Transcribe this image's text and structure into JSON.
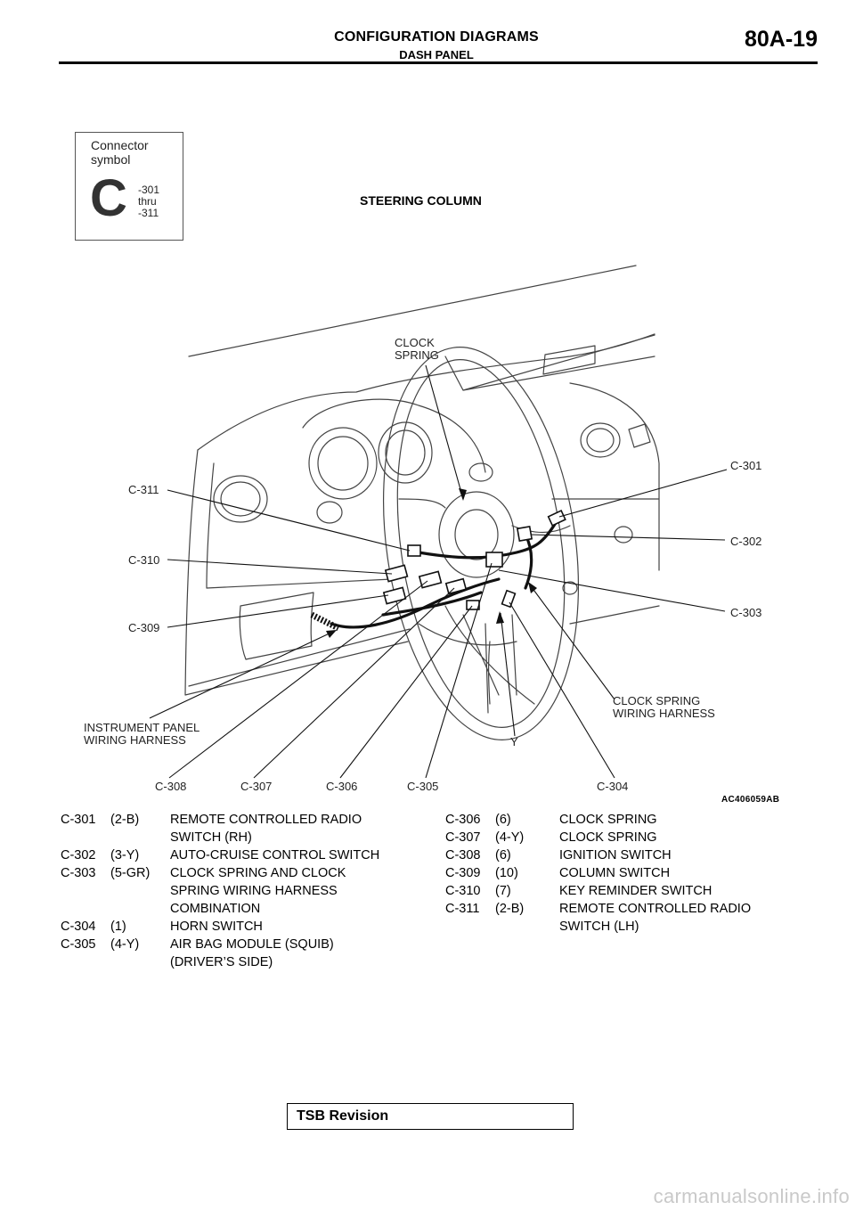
{
  "header": {
    "title": "CONFIGURATION DIAGRAMS",
    "section": "DASH PANEL",
    "page_number": "80A-19"
  },
  "connector_symbol": {
    "label_line1": "Connector",
    "label_line2": "symbol",
    "letter": "C",
    "range_from": "-301",
    "range_word": "thru",
    "range_to": "-311"
  },
  "figure": {
    "title": "STEERING COLUMN",
    "id": "AC406059AB",
    "callouts": {
      "clock_spring_1": "CLOCK",
      "clock_spring_2": "SPRING",
      "c301": "C-301",
      "c302": "C-302",
      "c303": "C-303",
      "c304": "C-304",
      "c305": "C-305",
      "c306": "C-306",
      "c307": "C-307",
      "c308": "C-308",
      "c309": "C-309",
      "c310": "C-310",
      "c311": "C-311",
      "y": "Y",
      "cs_harness_1": "CLOCK SPRING",
      "cs_harness_2": "WIRING HARNESS",
      "ip_harness_1": "INSTRUMENT PANEL",
      "ip_harness_2": "WIRING HARNESS"
    }
  },
  "connectors": [
    {
      "code": "C-301",
      "pins": "(2-B)",
      "desc1": "REMOTE CONTROLLED RADIO",
      "desc2": "SWITCH (RH)"
    },
    {
      "code": "C-302",
      "pins": "(3-Y)",
      "desc1": "AUTO-CRUISE CONTROL SWITCH"
    },
    {
      "code": "C-303",
      "pins": "(5-GR)",
      "desc1": "CLOCK SPRING AND CLOCK",
      "desc2": "SPRING WIRING HARNESS",
      "desc3": "COMBINATION"
    },
    {
      "code": "C-304",
      "pins": "(1)",
      "desc1": "HORN SWITCH"
    },
    {
      "code": "C-305",
      "pins": "(4-Y)",
      "desc1": "AIR BAG MODULE (SQUIB)",
      "desc2": "(DRIVER’S SIDE)"
    },
    {
      "code": "C-306",
      "pins": "(6)",
      "desc1": "CLOCK SPRING"
    },
    {
      "code": "C-307",
      "pins": "(4-Y)",
      "desc1": "CLOCK SPRING"
    },
    {
      "code": "C-308",
      "pins": "(6)",
      "desc1": "IGNITION SWITCH"
    },
    {
      "code": "C-309",
      "pins": "(10)",
      "desc1": "COLUMN SWITCH"
    },
    {
      "code": "C-310",
      "pins": "(7)",
      "desc1": "KEY REMINDER SWITCH"
    },
    {
      "code": "C-311",
      "pins": "(2-B)",
      "desc1": "REMOTE CONTROLLED RADIO",
      "desc2": "SWITCH (LH)"
    }
  ],
  "footer": {
    "tsb_label": "TSB Revision",
    "watermark": "carmanualsonline.info"
  }
}
